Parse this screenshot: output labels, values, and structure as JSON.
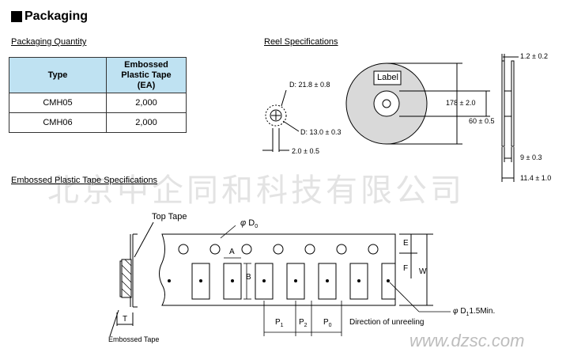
{
  "heading": "Packaging",
  "packaging_quantity": {
    "title": "Packaging Quantity",
    "columns": [
      "Type",
      "Embossed Plastic Tape (EA)"
    ],
    "rows": [
      {
        "type": "CMH05",
        "qty": "2,000"
      },
      {
        "type": "CMH06",
        "qty": "2,000"
      }
    ]
  },
  "reel": {
    "title": "Reel Specifications",
    "label_box": "Label",
    "d_outer": "D: 21.8 ± 0.8",
    "d_inner": "D: 13.0 ± 0.3",
    "slot": "2.0 ± 0.5",
    "diameter": "178 ± 2.0",
    "hub": "60 ± 0.5",
    "flange": "1.2 ± 0.2",
    "width_inner": "9 ± 0.3",
    "width_outer": "11.4 ± 1.0"
  },
  "tape": {
    "title": "Embossed Plastic Tape Specifications",
    "top_tape": "Top Tape",
    "embossed_tape": "Embossed Tape",
    "d0": "D",
    "d0_sub": "0",
    "phi": "φ",
    "d1": "D",
    "d1_sub": "1",
    "d1_value": "1.5Min.",
    "a": "A",
    "b": "B",
    "e": "E",
    "f": "F",
    "w": "W",
    "t": "T",
    "p1": "P",
    "p1_sub": "1",
    "p2": "P",
    "p2_sub": "2",
    "p0": "P",
    "p0_sub": "0",
    "direction": "Direction of unreeling"
  },
  "watermark": {
    "company": "北京中企同和科技有限公司",
    "site": "www.dzsc.com"
  }
}
